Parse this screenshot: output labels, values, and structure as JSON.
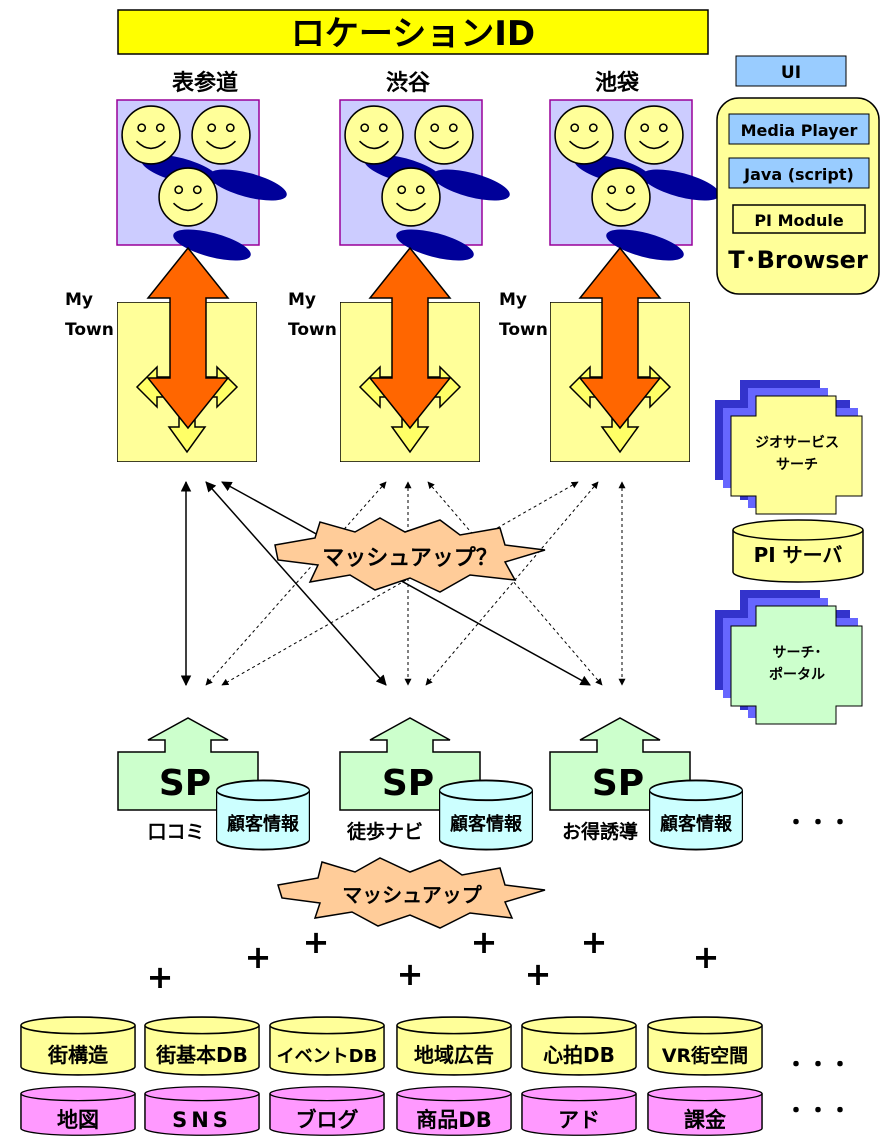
{
  "title": "ロケーションID",
  "towns": [
    {
      "name": "表参道",
      "mytown": "My",
      "mytown2": "Town"
    },
    {
      "name": "渋谷",
      "mytown": "My",
      "mytown2": "Town"
    },
    {
      "name": "池袋",
      "mytown": "My",
      "mytown2": "Town"
    }
  ],
  "browser": {
    "ui": "UI",
    "media_player": "Media Player",
    "java": "Java (script)",
    "pi_module": "PI Module",
    "title": "T･Browser"
  },
  "right_panel": {
    "geo_search_1": "ジオサービス",
    "geo_search_2": "サーチ",
    "pi_server": "PI サーバ",
    "portal_1": "サーチ･",
    "portal_2": "ポータル"
  },
  "mashup_question": "マッシュアップ？",
  "mashup": "マッシュアップ",
  "services": [
    {
      "sp": "SP",
      "label": "口コミ",
      "db": "顧客情報"
    },
    {
      "sp": "SP",
      "label": "徒歩ナビ",
      "db": "顧客情報"
    },
    {
      "sp": "SP",
      "label": "お得誘導",
      "db": "顧客情報"
    }
  ],
  "ellipsis": "・・・",
  "plus": "+",
  "db_row1": [
    "街構造",
    "街基本DB",
    "イベントDB",
    "地域広告",
    "心拍DB",
    "VR街空間"
  ],
  "db_row2": [
    "地図",
    "SNS",
    "ブログ",
    "商品DB",
    "アド",
    "課金"
  ],
  "colors": {
    "title_bg": "#ffff00",
    "town_bg": "#ccccff",
    "town_border": "#990099",
    "face": "#ffff99",
    "arrow": "#ff6600",
    "mytown_bg": "#ffff99",
    "sp_bg": "#ccffcc",
    "db_customer": "#ccffff",
    "db_row1": "#ffff99",
    "db_row2": "#ff99ff",
    "burst": "#ffcc99",
    "browser_bg": "#ffff99",
    "ui_bg": "#99ccff",
    "cross_shadow": "#3333cc"
  }
}
